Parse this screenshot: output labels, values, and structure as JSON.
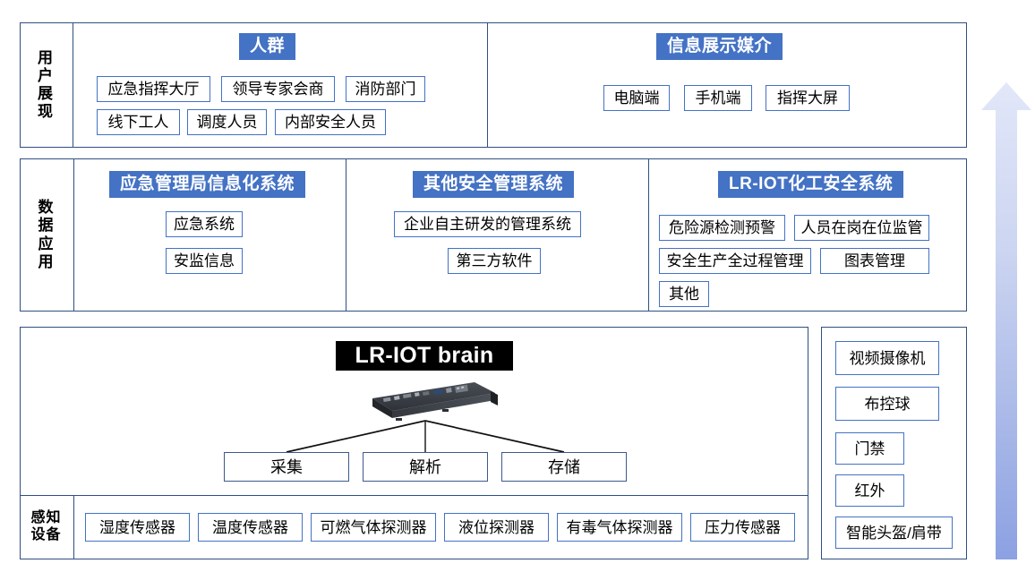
{
  "diagram": {
    "title_block": "LR-IOT brain",
    "rows": [
      {
        "id": "user-presentation",
        "label": "用户展现",
        "label_chars": [
          "用",
          "户",
          "展",
          "现"
        ],
        "groups": [
          {
            "id": "crowd",
            "heading": "人群",
            "items": [
              "应急指挥大厅",
              "领导专家会商",
              "消防部门",
              "线下工人",
              "调度人员",
              "内部安全人员"
            ]
          },
          {
            "id": "display-media",
            "heading": "信息展示媒介",
            "items": [
              "电脑端",
              "手机端",
              "指挥大屏"
            ]
          }
        ]
      },
      {
        "id": "data-application",
        "label": "数据应用",
        "label_chars": [
          "数",
          "据",
          "应",
          "用"
        ],
        "groups": [
          {
            "id": "emergency-bureau",
            "heading": "应急管理局信息化系统",
            "items": [
              "应急系统",
              "安监信息"
            ]
          },
          {
            "id": "other-safety",
            "heading": "其他安全管理系统",
            "items": [
              "企业自主研发的管理系统",
              "第三方软件"
            ]
          },
          {
            "id": "lr-iot-chem",
            "heading": "LR-IOT化工安全系统",
            "items": [
              "危险源检测预警",
              "人员在岗在位监管",
              "安全生产全过程管理",
              "图表管理",
              "其他"
            ]
          }
        ]
      }
    ],
    "brain": {
      "title": "LR-IOT brain",
      "device_icon": "rack-server-icon",
      "functions": [
        "采集",
        "解析",
        "存储"
      ]
    },
    "perception": {
      "label": "感知设备",
      "label_chars": [
        "感知",
        "设备"
      ],
      "items": [
        "湿度传感器",
        "温度传感器",
        "可燃气体探测器",
        "液位探测器",
        "有毒气体探测器",
        "压力传感器"
      ]
    },
    "devices": {
      "items": [
        "视频摄像机",
        "布控球",
        "门禁",
        "红外",
        "智能头盔/肩带"
      ]
    },
    "arrow": {
      "name": "upward-flow-arrow",
      "direction": "up",
      "gradient_top": "#dde3f7",
      "gradient_bottom": "#8da2e0"
    },
    "colors": {
      "badge_blue": "#4472c4",
      "border_blue": "#4472c4",
      "panel_border": "#2f4f82",
      "brain_band": "#000000"
    }
  }
}
